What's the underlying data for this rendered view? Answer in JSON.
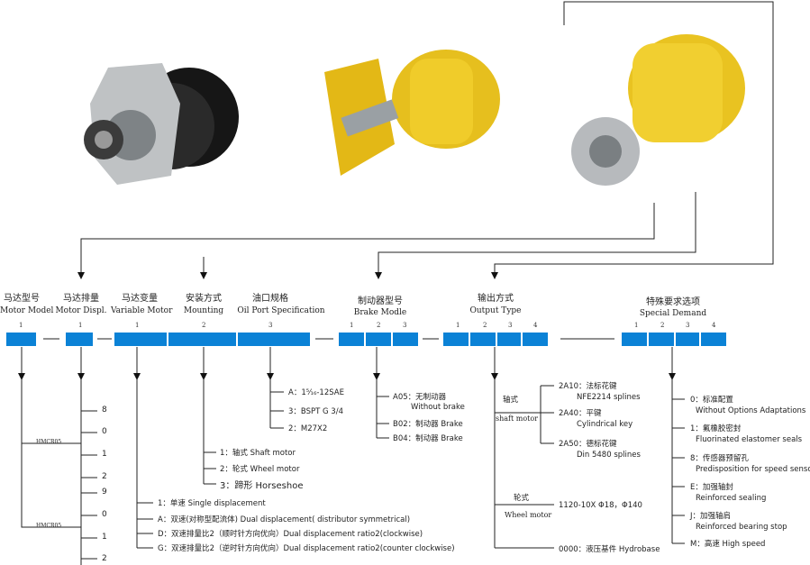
{
  "headers": {
    "motor_model": {
      "cn": "马达型号",
      "en": "Motor Model",
      "nums": [
        "1"
      ]
    },
    "motor_displ": {
      "cn": "马达排量",
      "en": "Motor Displ.",
      "nums": [
        "1"
      ]
    },
    "variable_motor": {
      "cn": "马达变量",
      "en": "Variable Motor",
      "nums": [
        "1"
      ]
    },
    "mounting": {
      "cn": "安装方式",
      "en": "Mounting",
      "nums": [
        "2"
      ]
    },
    "oil_port": {
      "cn": "油口规格",
      "en": "Oil Port Specification",
      "nums": [
        "3"
      ]
    },
    "brake_model": {
      "cn": "制动器型号",
      "en": "Brake Modle",
      "nums": [
        "1",
        "2",
        "3"
      ]
    },
    "output_type": {
      "cn": "输出方式",
      "en": "Output Type",
      "nums": [
        "1",
        "2",
        "3",
        "4"
      ]
    },
    "special_demand": {
      "cn": "特殊要求选项",
      "en": "Special Demand",
      "nums": [
        "1",
        "2",
        "3",
        "4"
      ]
    }
  },
  "displacement": {
    "groups": [
      {
        "label": "HMCR05",
        "digits": [
          "8",
          "0",
          "1",
          "2"
        ]
      },
      {
        "label": "HMCR05",
        "digits": [
          "9",
          "0",
          "1",
          "2"
        ]
      }
    ]
  },
  "variable": [
    "1：单速 Single displacement",
    "A：双速(对称型配流体) Dual displacement( distributor symmetrical)",
    "D：双速排量比2（顺时针方向优向）Dual displacement ratio2(clockwise)",
    "G：双速排量比2（逆时针方向优向）Dual displacement ratio2(counter clockwise)"
  ],
  "mounting_opts": [
    "1：轴式 Shaft motor",
    "2：轮式 Wheel motor",
    "3：蹄形 Horseshoe"
  ],
  "oil_port_opts": [
    "A：1⁵⁄₁₆-12SAE",
    "3：BSPT G 3/4",
    "2：M27X2"
  ],
  "brake_opts": [
    {
      "code": "A05：无制动器",
      "en": "Without brake"
    },
    {
      "code": "B02：制动器 Brake",
      "en": ""
    },
    {
      "code": "B04：制动器 Brake",
      "en": ""
    }
  ],
  "output": {
    "shaft": {
      "cn": "轴式",
      "en": "shaft motor"
    },
    "shaft_opts": [
      {
        "cn": "2A10：法标花键",
        "en": "NFE2214 splines"
      },
      {
        "cn": "2A40：平键",
        "en": "Cylindrical key"
      },
      {
        "cn": "2A50：德标花键",
        "en": "Din 5480 splines"
      }
    ],
    "wheel": {
      "cn": "轮式",
      "en": "Wheel motor"
    },
    "wheel_opt": "1120-10X Φ18，Φ140",
    "hydrobase": "0000：液压基件 Hydrobase"
  },
  "special_opts": [
    {
      "cn": "0：标准配置",
      "en": "Without Options Adaptations"
    },
    {
      "cn": "1：氟橡胶密封",
      "en": "Fluorinated elastomer seals"
    },
    {
      "cn": "8：传感器预留孔",
      "en": "Predisposition for speed sensor"
    },
    {
      "cn": "E：加强轴封",
      "en": "Reinforced sealing"
    },
    {
      "cn": "J：加强轴肩",
      "en": "Reinforced bearing stop"
    },
    {
      "cn": "M：高速 High speed",
      "en": ""
    }
  ],
  "colors": {
    "box": "#0b82d6",
    "yellow": "#e8c21a",
    "black": "#1a1a1a"
  }
}
